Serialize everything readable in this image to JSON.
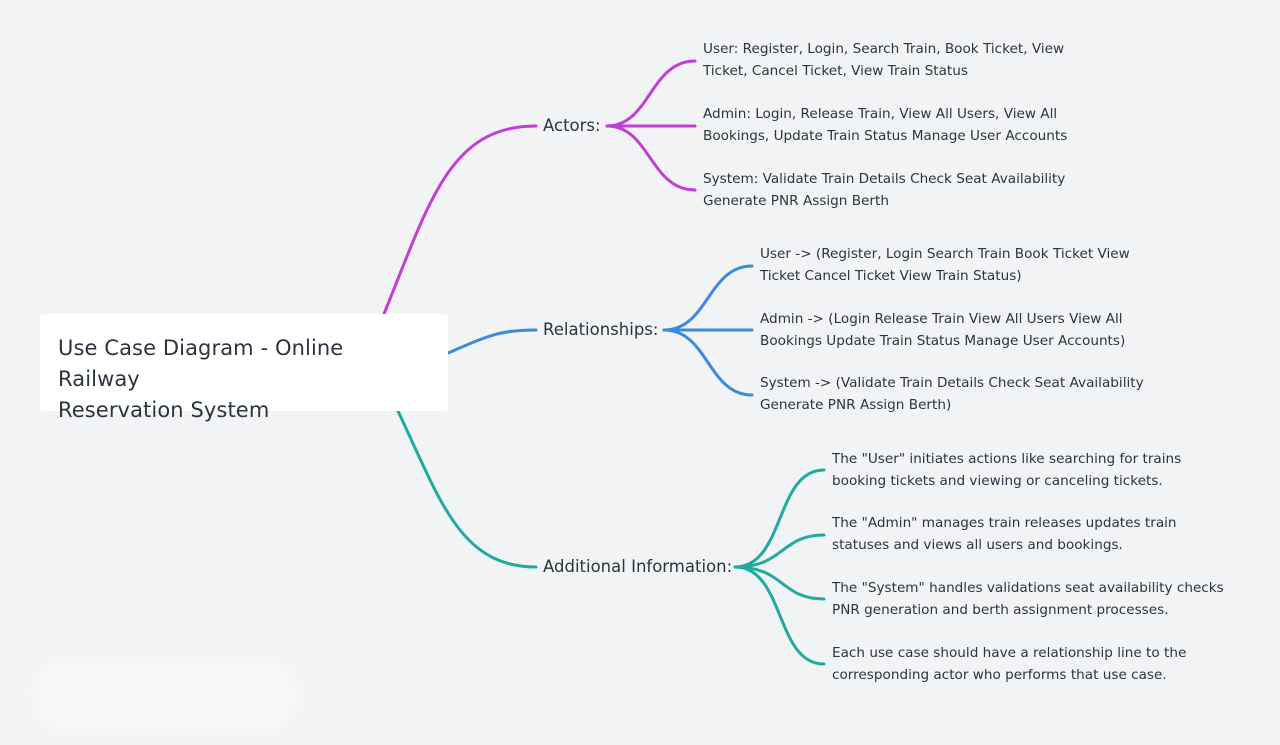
{
  "diagram": {
    "root": {
      "title_line1": "Use Case Diagram - Online Railway",
      "title_line2": "Reservation System"
    },
    "branches": [
      {
        "label": "Actors:",
        "color": "#c13ed4",
        "items": [
          {
            "line1": "User: Register, Login, Search Train, Book Ticket, View",
            "line2": "Ticket, Cancel Ticket, View Train Status"
          },
          {
            "line1": "Admin: Login, Release Train, View All Users, View All",
            "line2": "Bookings, Update Train Status Manage User Accounts"
          },
          {
            "line1": "System: Validate Train Details Check Seat Availability",
            "line2": "Generate PNR Assign Berth"
          }
        ]
      },
      {
        "label": "Relationships:",
        "color": "#3a8bdb",
        "items": [
          {
            "line1": "User -> (Register, Login Search Train Book Ticket View",
            "line2": "Ticket Cancel Ticket View Train Status)"
          },
          {
            "line1": "Admin -> (Login Release Train View All Users View All",
            "line2": "Bookings Update Train Status Manage User Accounts)"
          },
          {
            "line1": "System -> (Validate Train Details Check Seat Availability",
            "line2": "Generate PNR Assign Berth)"
          }
        ]
      },
      {
        "label": "Additional Information:",
        "color": "#20ab9c",
        "items": [
          {
            "line1": "The \"User\" initiates actions like searching for trains",
            "line2": "booking tickets and viewing or canceling tickets."
          },
          {
            "line1": "The \"Admin\" manages train releases updates train",
            "line2": "statuses and views all users and bookings."
          },
          {
            "line1": "The \"System\" handles validations seat availability checks",
            "line2": "PNR generation and berth assignment processes."
          },
          {
            "line1": "Each use case should have a relationship line to the",
            "line2": "corresponding actor who performs that use case."
          }
        ]
      }
    ]
  }
}
